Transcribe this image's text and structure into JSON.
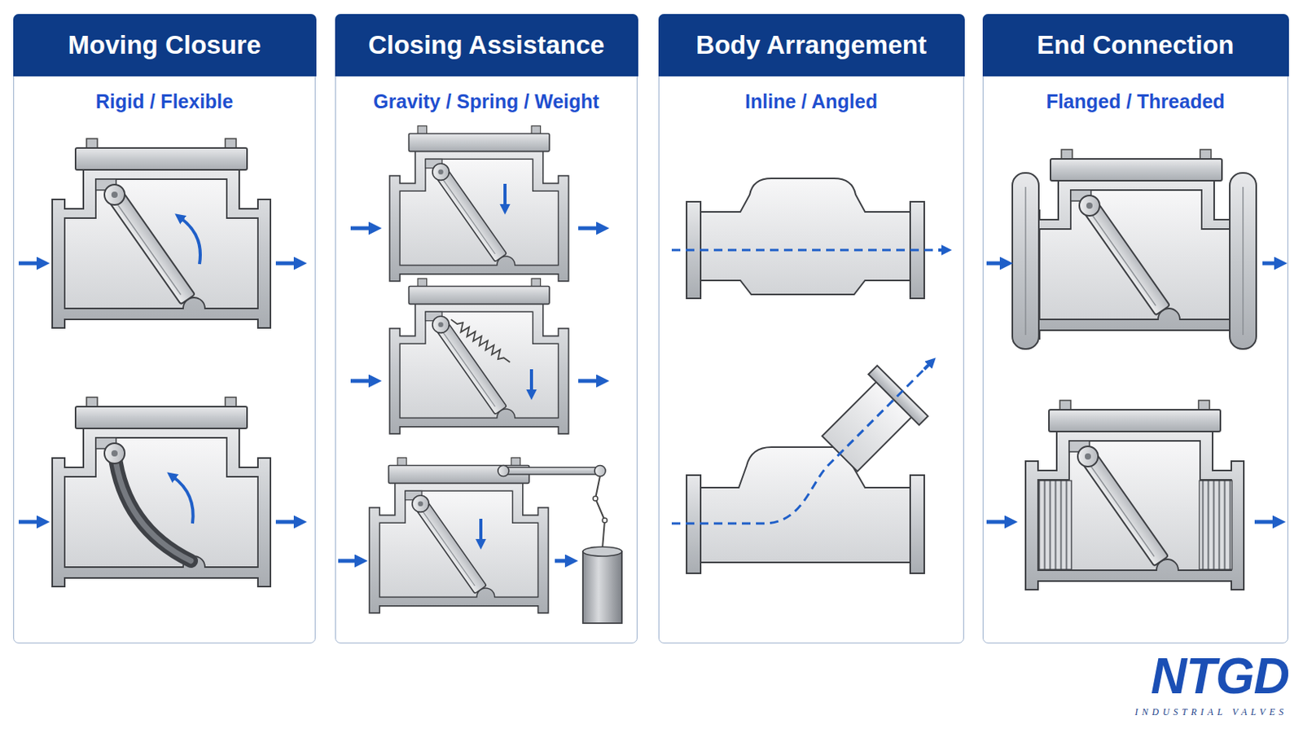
{
  "diagram": {
    "nodes": [
      {
        "text": [
          "Moving Closure",
          "Rigid / Flexible"
        ]
      },
      {
        "text": [
          "Closing Assistance",
          "Gravity / Spring / Weight"
        ]
      },
      {
        "text": [
          "Body Arrangement",
          "Inline / Angled"
        ]
      },
      {
        "text": [
          "End Connection",
          "Flanged / Threaded"
        ]
      }
    ],
    "labels": [
      "NTGD",
      "INDUSTRIAL VALVES"
    ]
  }
}
